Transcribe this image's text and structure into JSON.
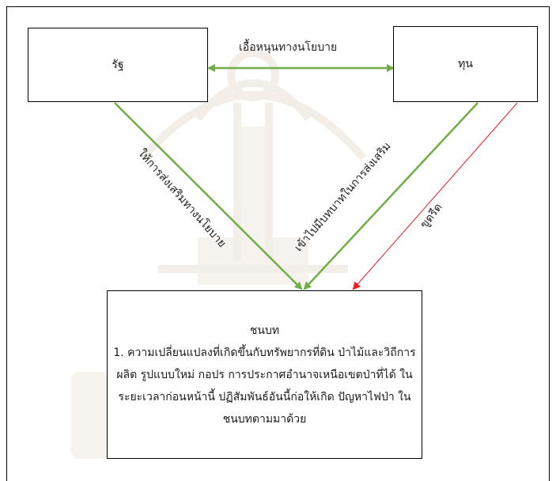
{
  "nodes": {
    "state": "รัฐ",
    "capital": "ทุน",
    "rural": {
      "title": "ชนบท",
      "lines": [
        "1. ความเปลี่ยนแปลงที่เกิดขึ้นกับทรัพยากรที่ดิน ป่าไม้และวิถีการ",
        "ผลิต รูปแบบใหม่ กอปร การประกาศอำนาจเหนือเขตป่าที่ได้ ใน",
        "ระยะเวลาก่อนหน้านี้ ปฏิสัมพันธ์อันนี้ก่อให้เกิด ปัญหาไฟป่า ใน",
        "ชนบทตามมาด้วย"
      ]
    }
  },
  "edges": {
    "state_capital": "เอื้อหนุนทางนโยบาย",
    "state_rural": "ให้การส่งเสริมทางนโยบาย",
    "capital_rural": "เข้าไปมีบทบาทในการส่งเสริม",
    "capital_rural_exploit": "ขูดรีด"
  },
  "colors": {
    "green_arrow": "#70ad47",
    "red_arrow": "#ee1c24",
    "box_border": "#000000"
  }
}
